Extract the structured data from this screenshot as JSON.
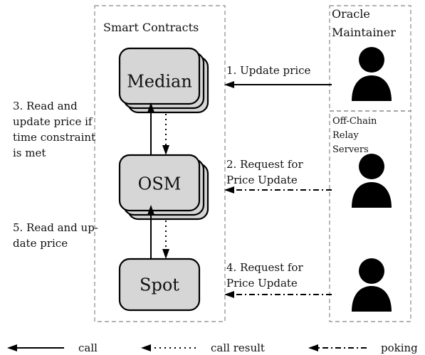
{
  "labels": {
    "smart_contracts": "Smart Contracts",
    "oracle_line1": "Oracle",
    "oracle_line2": "Maintainer",
    "relay_line1": "Off-Chain",
    "relay_line2": "Relay",
    "relay_line3": "Servers"
  },
  "nodes": {
    "median": "Median",
    "osm": "OSM",
    "spot": "Spot"
  },
  "arrows": {
    "step1": "1.  Update price",
    "step2_line1": "2.    Request for",
    "step2_line2": "Price Update",
    "step4_line1": "4.    Request for",
    "step4_line2": "Price Update"
  },
  "notes": {
    "step3_line1": "3.      Read     and",
    "step3_line2": "update price if",
    "step3_line3": "time      constraint",
    "step3_line4": "is met",
    "step5_line1": "5. Read and up-",
    "step5_line2": "date price"
  },
  "legend": {
    "call": "call",
    "call_result": "call result",
    "poking": "poking"
  }
}
